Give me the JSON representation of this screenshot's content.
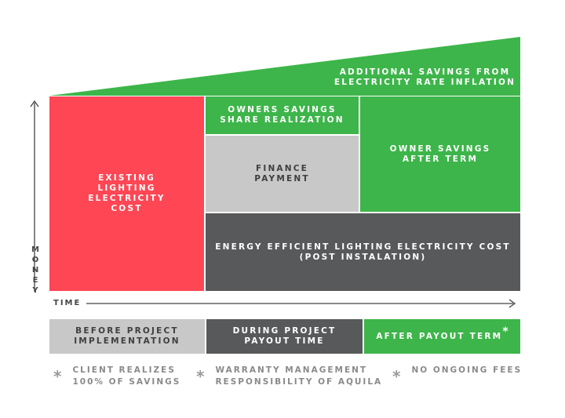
{
  "colors": {
    "green": "#3db54a",
    "red": "#ff4654",
    "gray_light": "#c8c8c8",
    "gray_dark": "#58595b",
    "axis": "#444444"
  },
  "diagram": {
    "top_wedge_label": "ADDITIONAL SAVINGS FROM\nELECTRICITY RATE INFLATION",
    "existing_cost_label": "EXISTING\nLIGHTING\nELECTRICITY\nCOST",
    "share_realization_label": "OWNERS SAVINGS\nSHARE REALIZATION",
    "finance_payment_label": "FINANCE\nPAYMENT",
    "savings_after_term_label": "OWNER SAVINGS\nAFTER TERM",
    "efficient_cost_label": "ENERGY EFFICIENT LIGHTING ELECTRICITY COST\n(POST INSTALATION)",
    "y_axis_label": "MONEY",
    "x_axis_label": "TIME"
  },
  "phases": {
    "before": "BEFORE PROJECT\nIMPLEMENTATION",
    "during": "DURING PROJECT\nPAYOUT TIME",
    "after": "AFTER PAYOUT TERM",
    "after_marker": "*"
  },
  "footnotes": [
    {
      "marker": "*",
      "text": "CLIENT REALIZES\n100% OF SAVINGS"
    },
    {
      "marker": "*",
      "text": "WARRANTY MANAGEMENT\nRESPONSIBILITY OF AQUILA"
    },
    {
      "marker": "*",
      "text": "NO ONGOING FEES"
    }
  ]
}
